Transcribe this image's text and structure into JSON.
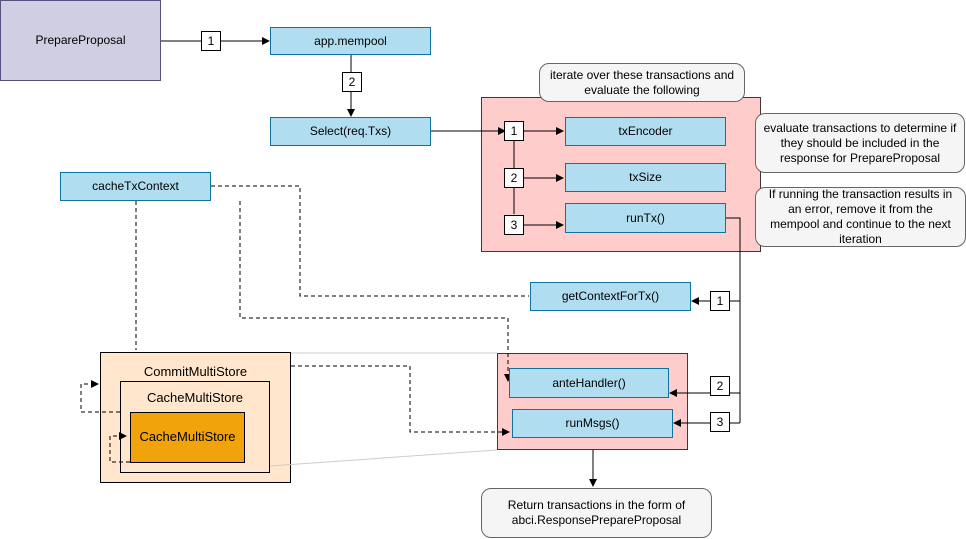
{
  "nodes": {
    "prepare_proposal": "PrepareProposal",
    "app_mempool": "app.mempool",
    "select": "Select(req.Txs)",
    "tx_encoder": "txEncoder",
    "tx_size": "txSize",
    "run_tx": "runTx()",
    "cache_tx_context": "cacheTxContext",
    "get_context_for_tx": "getContextForTx()",
    "ante_handler": "anteHandler()",
    "run_msgs": "runMsgs()",
    "commit_multi_store": "CommitMultiStore",
    "cache_multi_store_outer": "CacheMultiStore",
    "cache_multi_store_inner": "CacheMultiStore"
  },
  "notes": {
    "iterate": "iterate over these transactions and evaluate the following",
    "evaluate": "evaluate transactions to determine if they should be included in the response for PrepareProposal",
    "error": "If running the transaction results in an error, remove it from the mempool and continue to the next iteration",
    "return": "Return transactions in the form of abci.ResponsePrepareProposal"
  },
  "step_numbers": {
    "top_1": "1",
    "top_2": "2",
    "loop_1": "1",
    "loop_2": "2",
    "loop_3": "3",
    "run_1": "1",
    "run_2": "2",
    "run_3": "3"
  },
  "colors": {
    "process_fill": "#b1ddf0",
    "process_border": "#10739e",
    "start_fill": "#d0cee2",
    "group_fill": "#ffcccc",
    "note_fill": "#f5f5f5",
    "store_fill": "#ffe6cc",
    "store_inner_fill": "#f0a30a"
  }
}
